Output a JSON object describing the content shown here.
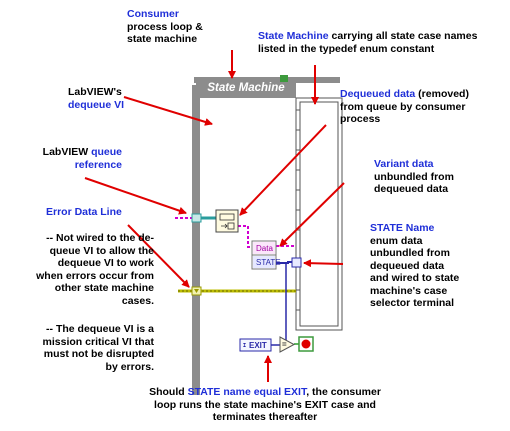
{
  "diagram": {
    "frame_label": "State Machine",
    "unbundle_fields": [
      "Data",
      "STATE"
    ],
    "exit_constant": "EXIT",
    "equal_symbol": "=",
    "dequeue_symbol": "≡→□"
  },
  "annotations": {
    "consumer": {
      "l1": "Consumer",
      "l2": "process loop &",
      "l3": "state machine"
    },
    "state_machine": {
      "l1a": "State Machine",
      "l1b": " carrying all state case names",
      "l2": "listed in the typedef enum constant"
    },
    "dequeued_data": {
      "l1a": "Dequeued data",
      "l1b": " (removed)",
      "l2": "from queue by consumer",
      "l3": "process"
    },
    "dequeue_vi": {
      "l1": "LabVIEW's",
      "l2": "dequeue VI"
    },
    "queue_ref": {
      "l1a": "LabVIEW ",
      "l1b": "queue",
      "l2": "reference"
    },
    "variant": {
      "l1": "Variant data",
      "l2": "unbundled from",
      "l3": "dequeued data"
    },
    "error_line": {
      "l1": "Error Data Line"
    },
    "not_wired": {
      "l1": "-- Not wired to the de-",
      "l2": "queue VI to allow the",
      "l3": "dequeue VI to work",
      "l4": "when errors occur from",
      "l5": "other state machine",
      "l6": "cases."
    },
    "critical": {
      "l1": "-- The dequeue VI is a",
      "l2": "mission critical VI that",
      "l3": "must not be disrupted",
      "l4": "by errors."
    },
    "state_name": {
      "l1": "STATE Name",
      "l2": "enum data",
      "l3": "unbundled from",
      "l4": "dequeued data",
      "l5": "and wired to state",
      "l6": "machine's case",
      "l7": "selector terminal"
    },
    "bottom": {
      "l1a": "Should ",
      "l1b": "STATE name equal EXIT",
      "l1c": ", the consumer",
      "l2": "loop runs the state machine's EXIT case and",
      "l3": "terminates thereafter"
    }
  },
  "colors": {
    "arrow": "#e00000",
    "label_blue": "#1f2fd8",
    "frame_gray": "#8c8c8c",
    "error_wire": "#bdbd00",
    "queue_wire": "#2a9d9d",
    "variant_wire": "#d000d0",
    "enum_wire": "#2a2aa8"
  }
}
